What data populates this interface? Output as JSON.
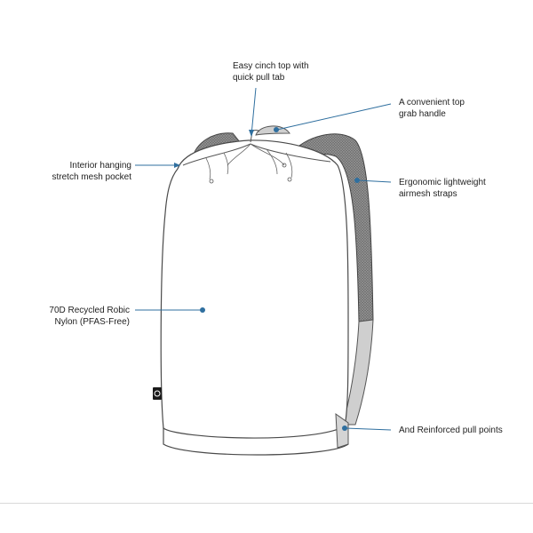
{
  "callouts": {
    "cinch": {
      "line1": "Easy cinch top with",
      "line2": "quick pull tab"
    },
    "handle": {
      "line1": "A convenient top",
      "line2": "grab handle"
    },
    "pocket": {
      "line1": "Interior hanging",
      "line2": "stretch mesh pocket"
    },
    "straps": {
      "line1": "Ergonomic lightweight",
      "line2": "airmesh straps"
    },
    "fabric": {
      "line1": "70D Recycled Robic",
      "line2": "Nylon (PFAS-Free)"
    },
    "pull_points": {
      "line1": "And Reinforced pull points"
    }
  },
  "colors": {
    "callout_line": "#2f6f9f",
    "dot": "#2f6f9f",
    "outline": "#4a4a4a",
    "mesh_dark": "#6b6b6b",
    "strap_light": "#c8c8c8"
  }
}
